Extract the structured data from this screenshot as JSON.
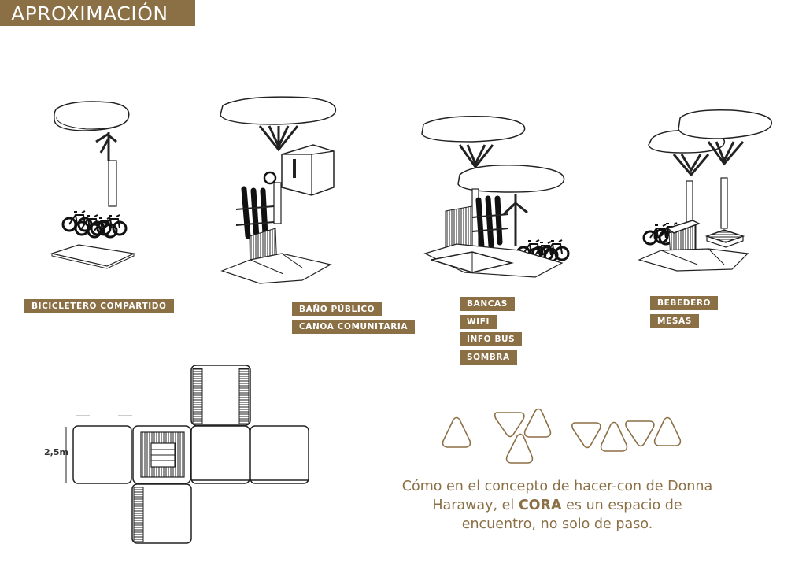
{
  "title": "APROXIMACIÓN",
  "modules": [
    {
      "labels": [
        "BICICLETERO COMPARTIDO"
      ]
    },
    {
      "labels": [
        "BAÑO PÚBLICO",
        "CANOA COMUNITARIA"
      ]
    },
    {
      "labels": [
        "BANCAS",
        "WIFI",
        "INFO BUS",
        "SOMBRA"
      ]
    },
    {
      "labels": [
        "BEBEDERO",
        "MESAS"
      ]
    }
  ],
  "plan": {
    "dimension": "2,5m"
  },
  "caption": {
    "line1": "Cómo en el concepto de hacer-con de Donna",
    "line2_pre": "Haraway, el ",
    "line2_bold": "CORA",
    "line2_post": " es un espacio de",
    "line3": "encuentro, no solo de paso."
  },
  "colors": {
    "accent": "#8b6f45",
    "ink": "#222222",
    "paper": "#ffffff"
  }
}
